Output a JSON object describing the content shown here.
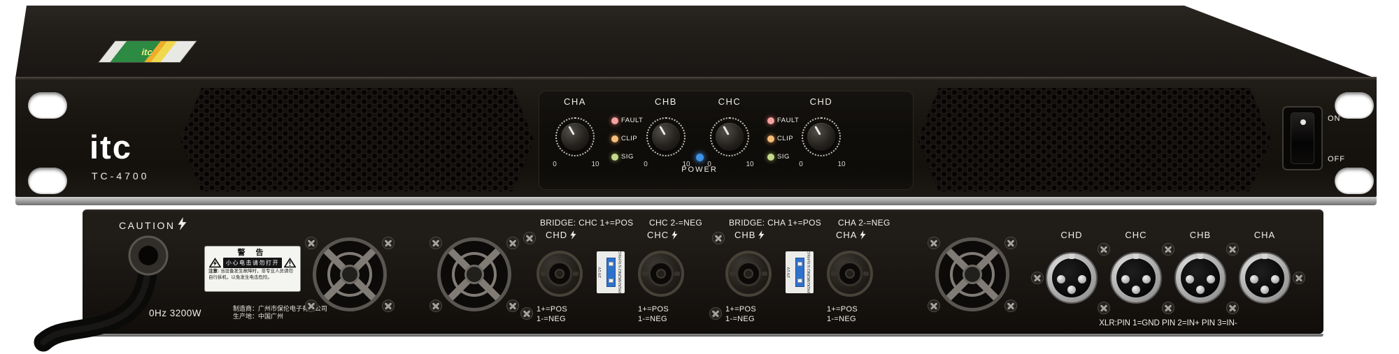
{
  "front": {
    "brand": "itc",
    "model": "TC-4700",
    "sticker_text": "itc",
    "power_label": "POWER",
    "switch_on": "ON",
    "switch_off": "OFF",
    "scale_min": "0",
    "scale_max": "10",
    "channels": [
      {
        "label": "CHA"
      },
      {
        "label": "CHB"
      },
      {
        "label": "CHC"
      },
      {
        "label": "CHD"
      }
    ],
    "leds": [
      {
        "label": "FAULT",
        "color": "#f3a2a0"
      },
      {
        "label": "CLIP",
        "color": "#f6bd7a"
      },
      {
        "label": "SIG",
        "color": "#c6da8c"
      }
    ],
    "power_led_color": "#3f93e8"
  },
  "rear": {
    "caution": "CAUTION",
    "rating": "0Hz 3200W",
    "manufacturer": "制造商：广州市保伦电子有限公司",
    "origin": "生产地：中国广州",
    "warning": {
      "title": "警 告",
      "subtitle": "小心电击请勿打开",
      "note": "注意:",
      "body1": "当设备发生故障时，非专业人员请勿",
      "body2": "自行拆机，以免发生电击危险。"
    },
    "bridge1_left": "BRIDGE: CHC 1+=POS",
    "bridge1_right": "CHC 2-=NEG",
    "bridge2_left": "BRIDGE: CHA 1+=POS",
    "bridge2_right": "CHA 2-=NEG",
    "speakon_channels": [
      "CHD",
      "CHC",
      "CHB",
      "CHA"
    ],
    "dip": {
      "l1": "2V",
      "l2": "1V",
      "r1": "BRDG",
      "r2": "MONO",
      "r3": "STEREO"
    },
    "pos": "1+=POS",
    "neg": "1-=NEG",
    "xlr_channels": [
      "CHD",
      "CHC",
      "CHB",
      "CHA"
    ],
    "xlr_note": "XLR:PIN 1=GND PIN 2=IN+ PIN 3=IN-"
  },
  "colors": {
    "panel": "#17140f",
    "trim_silver": "#9a9a9a",
    "dip_blue": "#2f72cc",
    "led_fault": "#f3a2a0",
    "led_clip": "#f6bd7a",
    "led_sig": "#c6da8c",
    "led_power": "#3f93e8"
  }
}
